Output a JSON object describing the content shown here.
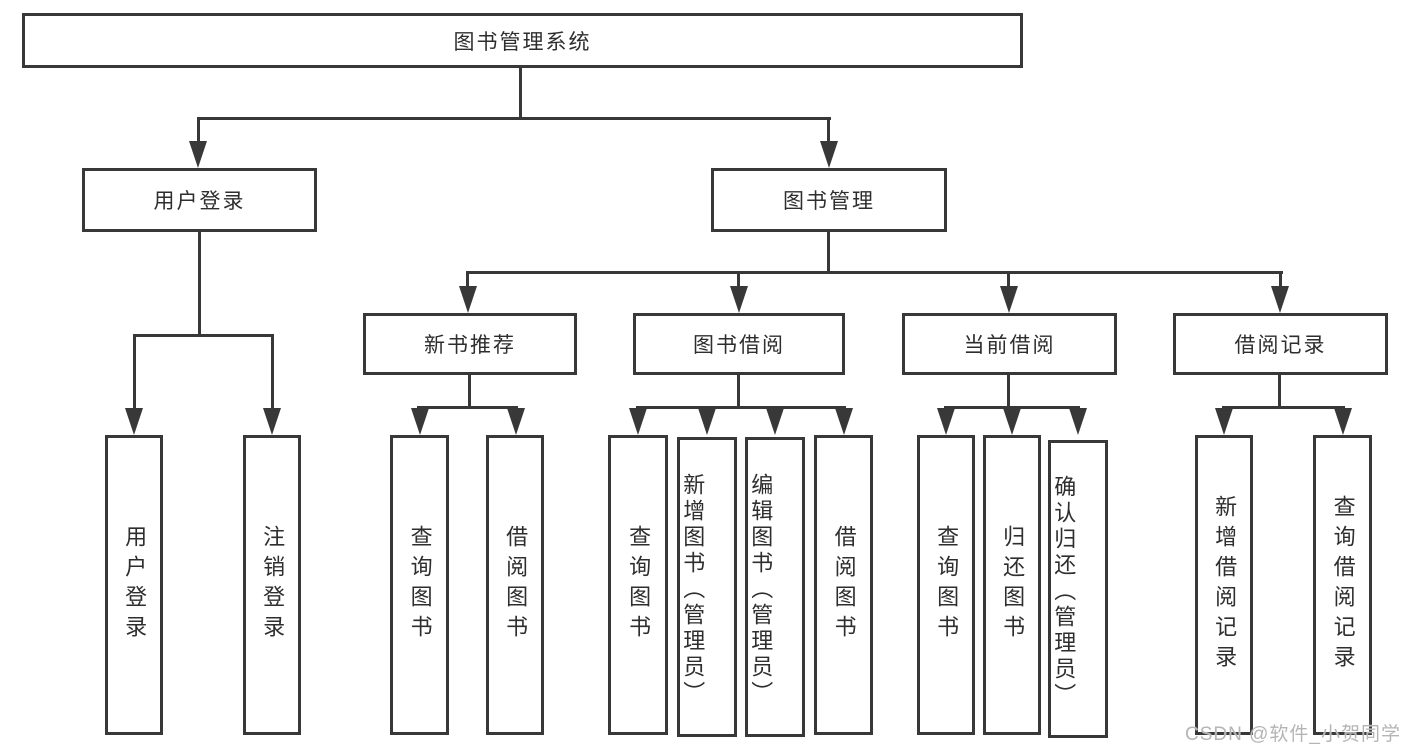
{
  "colors": {
    "line": "#383838",
    "text": "#2e2e2e",
    "background": "#ffffff",
    "watermark": "#b5b5b5"
  },
  "tree": {
    "root": {
      "label": "图书管理系统"
    },
    "branches": [
      {
        "label": "用户登录",
        "children": [
          {
            "label": "用户登录"
          },
          {
            "label": "注销登录"
          }
        ]
      },
      {
        "label": "图书管理",
        "children": [
          {
            "label": "新书推荐",
            "children": [
              {
                "label": "查询图书"
              },
              {
                "label": "借阅图书"
              }
            ]
          },
          {
            "label": "图书借阅",
            "children": [
              {
                "label": "查询图书"
              },
              {
                "label": "新增图书（管理员）"
              },
              {
                "label": "编辑图书（管理员）"
              },
              {
                "label": "借阅图书"
              }
            ]
          },
          {
            "label": "当前借阅",
            "children": [
              {
                "label": "查询图书"
              },
              {
                "label": "归还图书"
              },
              {
                "label": "确认归还（管理员）"
              }
            ]
          },
          {
            "label": "借阅记录",
            "children": [
              {
                "label": "新增借阅记录"
              },
              {
                "label": "查询借阅记录"
              }
            ]
          }
        ]
      }
    ]
  },
  "watermark": {
    "text": "CSDN @软件_小贺同学"
  }
}
